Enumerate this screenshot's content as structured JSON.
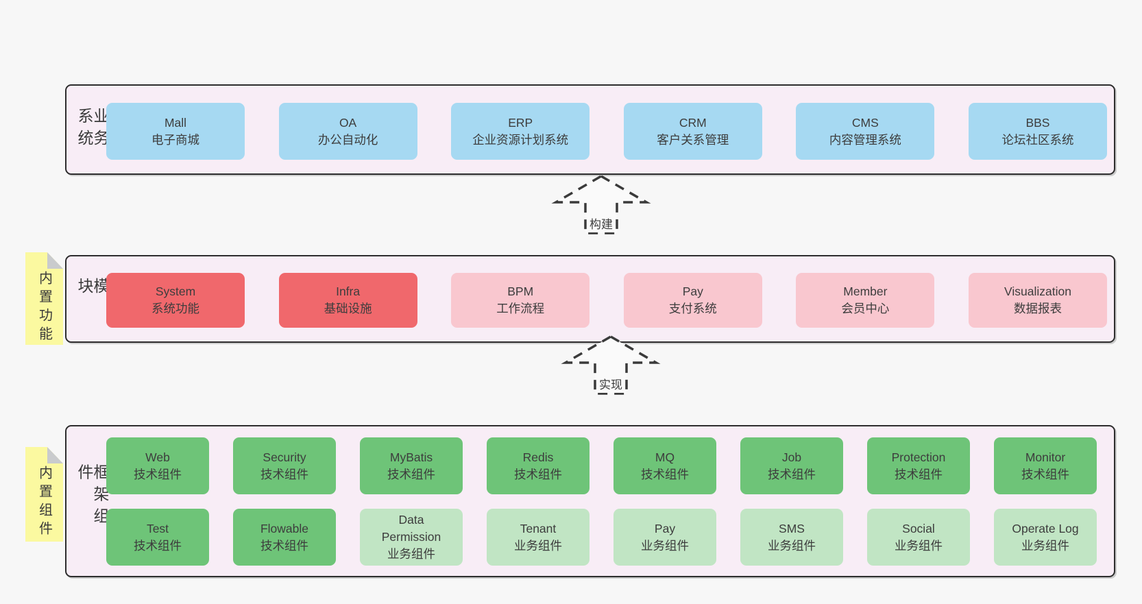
{
  "diagram": {
    "layers": [
      {
        "label": "业务系统",
        "boxes": [
          {
            "title": "Mall",
            "subtitle": "电子商城"
          },
          {
            "title": "OA",
            "subtitle": "办公自动化"
          },
          {
            "title": "ERP",
            "subtitle": "企业资源计划系统"
          },
          {
            "title": "CRM",
            "subtitle": "客户关系管理"
          },
          {
            "title": "CMS",
            "subtitle": "内容管理系统"
          },
          {
            "title": "BBS",
            "subtitle": "论坛社区系统"
          }
        ]
      },
      {
        "label": "通用模块",
        "note": "内置功能",
        "boxes": [
          {
            "title": "System",
            "subtitle": "系统功能"
          },
          {
            "title": "Infra",
            "subtitle": "基础设施"
          },
          {
            "title": "BPM",
            "subtitle": "工作流程"
          },
          {
            "title": "Pay",
            "subtitle": "支付系统"
          },
          {
            "title": "Member",
            "subtitle": "会员中心"
          },
          {
            "title": "Visualization",
            "subtitle": "数据报表"
          }
        ]
      },
      {
        "label": "框架组件",
        "note": "内置组件",
        "rows": [
          [
            {
              "title": "Web",
              "subtitle": "技术组件"
            },
            {
              "title": "Security",
              "subtitle": "技术组件"
            },
            {
              "title": "MyBatis",
              "subtitle": "技术组件"
            },
            {
              "title": "Redis",
              "subtitle": "技术组件"
            },
            {
              "title": "MQ",
              "subtitle": "技术组件"
            },
            {
              "title": "Job",
              "subtitle": "技术组件"
            },
            {
              "title": "Protection",
              "subtitle": "技术组件"
            },
            {
              "title": "Monitor",
              "subtitle": "技术组件"
            }
          ],
          [
            {
              "title": "Test",
              "subtitle": "技术组件"
            },
            {
              "title": "Flowable",
              "subtitle": "技术组件"
            },
            {
              "title": "Data\nPermission",
              "subtitle": "业务组件"
            },
            {
              "title": "Tenant",
              "subtitle": "业务组件"
            },
            {
              "title": "Pay",
              "subtitle": "业务组件"
            },
            {
              "title": "SMS",
              "subtitle": "业务组件"
            },
            {
              "title": "Social",
              "subtitle": "业务组件"
            },
            {
              "title": "Operate Log",
              "subtitle": "业务组件"
            }
          ]
        ]
      }
    ],
    "arrows": [
      {
        "label": "构建"
      },
      {
        "label": "实现"
      }
    ],
    "colors": {
      "page_background": "#f7f7f7",
      "panel_fill": "#f8edf6",
      "panel_border": "#2d2d2d",
      "blue_box": "#a6d9f2",
      "red_box": "#f0686c",
      "pink_box": "#f9c7cf",
      "green_box": "#6ec478",
      "light_green_box": "#c1e5c4",
      "note_yellow": "#fbf9a0",
      "note_fold": "#c9cbcd",
      "text": "#3f3f3f"
    }
  }
}
